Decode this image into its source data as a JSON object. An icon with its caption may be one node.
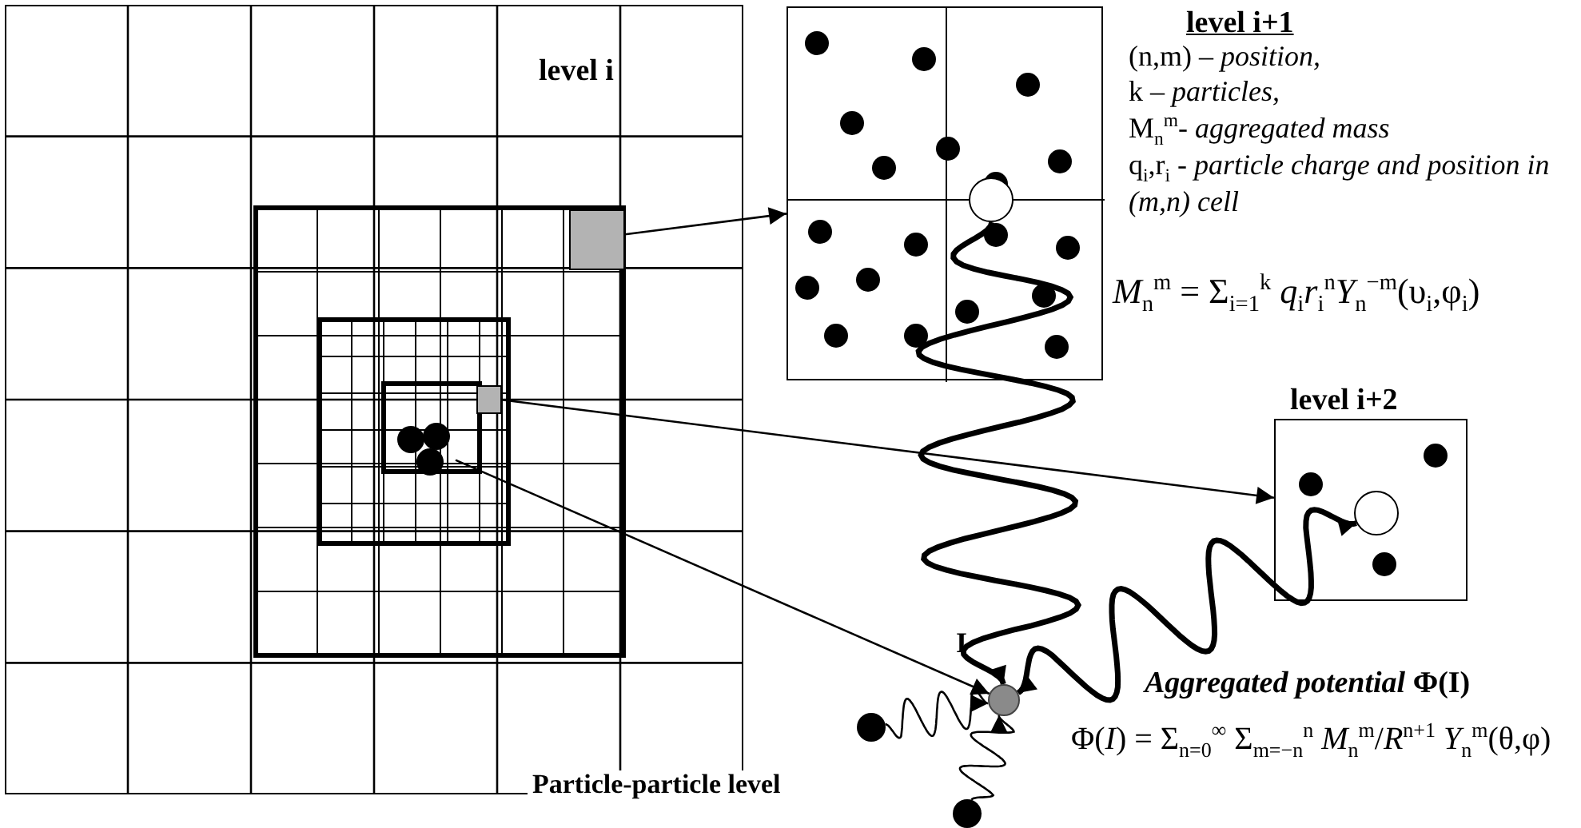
{
  "diagram": {
    "nodes": [
      {
        "text": [
          "level i"
        ]
      },
      {
        "text": [],
        "shape": "box",
        "in": 0
      },
      {
        "text": [],
        "shape": "box",
        "in": 0
      },
      {
        "text": [],
        "shape": "circle",
        "in": 0
      },
      {
        "text": [
          "level i+1"
        ]
      },
      {
        "text": [],
        "shape": "circle",
        "in": 4
      },
      {
        "text": [
          "level i+2"
        ]
      },
      {
        "text": [],
        "shape": "circle",
        "in": 6
      },
      {
        "text": [],
        "shape": "circle",
        "beside": [
          "I"
        ]
      },
      {
        "text": [],
        "shape": "circle"
      },
      {
        "text": [],
        "shape": "circle"
      }
    ],
    "edges": [
      {
        "from": 1,
        "to": 4,
        "arrow": "to"
      },
      {
        "from": 2,
        "to": 6,
        "arrow": "to"
      },
      {
        "from": 3,
        "to": 8,
        "arrow": "to"
      },
      {
        "from": 5,
        "to": 8,
        "arrow": "to",
        "style": "thick"
      },
      {
        "from": 7,
        "to": 8,
        "arrow": "both",
        "style": "thick"
      },
      {
        "from": 9,
        "to": 8,
        "arrow": "to"
      },
      {
        "from": 10,
        "to": 8,
        "arrow": "to"
      }
    ],
    "labels": [
      "(n,m) – *position,*",
      "k – *particles,*",
      "M$_{n}$$^{m}$- *aggregated mass*",
      "q$_{i}$,r$_{i}$ - *particle charge and position in (m,n) cell*",
      "*M*$_{n}$$^{m}$ = Σ$_{i=1}$$^{k}$ *q*$_{i}$*r*$_{i}$$^{n}$*Y*$_{n}$$^{−m}$(υ$_{i}$,φ$_{i}$)",
      "*Aggregated potential* Φ(I)",
      "Φ(*I*) = Σ$_{n=0}$$^{∞}$ Σ$_{m=−n}$$^{n}$ *M*$_{n}$$^{m}$/*R*$^{n+1}$ *Y*$_{n}$$^{m}$(θ,φ)",
      "Particle-particle level"
    ]
  }
}
